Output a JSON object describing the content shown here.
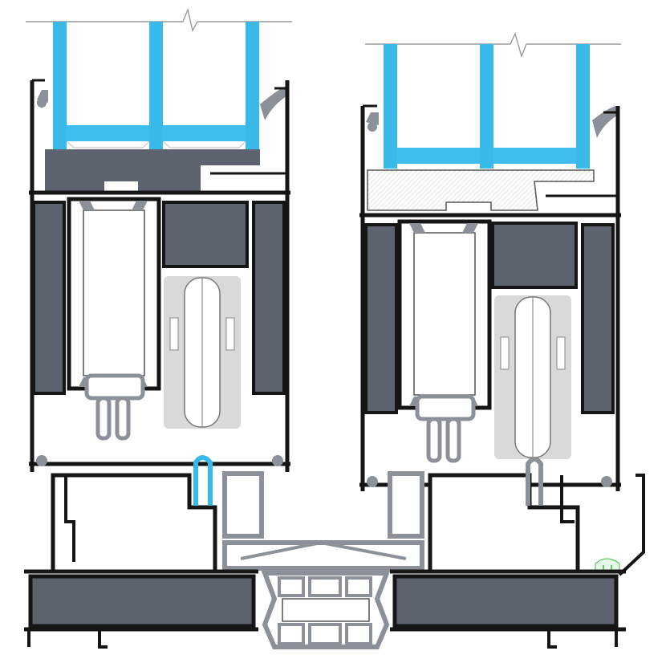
{
  "figure": {
    "kind": "technical-section-drawing",
    "subject": "sliding-window-profile-cross-section",
    "colors": {
      "background": "#ffffff",
      "aluminium_outline": "#151515",
      "thermal_insulation": "#5c626e",
      "thermal_insulation_light": "#6b717c",
      "glass": "#38b9ea",
      "spacer": "#3fbdee",
      "gasket": "#8c9098",
      "roller": "#d9d9d9",
      "seal_green": "#3fbf3f",
      "break_line": "#9a9a9a"
    },
    "icons": [
      "glass-break-line",
      "roller-wheel",
      "drain-seal"
    ]
  }
}
